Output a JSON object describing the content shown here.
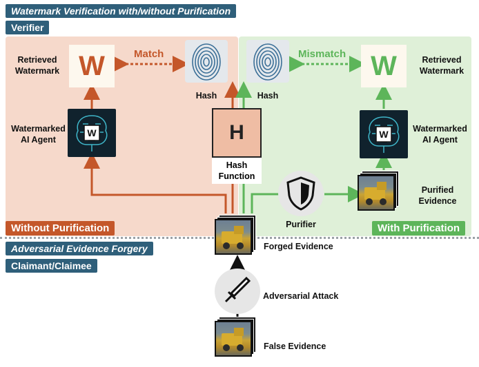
{
  "title_tag": "Watermark Verification with/without Purification",
  "verifier_tag": "Verifier",
  "without_tag": "Without Purification",
  "with_tag": "With Purification",
  "forgery_tag": "Adversarial Evidence Forgery",
  "claimant_tag": "Claimant/Claimee",
  "left": {
    "retrieved_watermark": "Retrieved\nWatermark",
    "w_letter": "W",
    "match": "Match",
    "hash": "Hash",
    "agent_label": "Watermarked\nAI Agent",
    "agent_w": "W"
  },
  "right": {
    "retrieved_watermark": "Retrieved\nWatermark",
    "w_letter": "W",
    "mismatch": "Mismatch",
    "hash": "Hash",
    "agent_label": "Watermarked\nAI Agent",
    "agent_w": "W",
    "purified_evidence": "Purified\nEvidence"
  },
  "hash_box": "H",
  "hash_function": "Hash\nFunction",
  "purifier": "Purifier",
  "forged_evidence": "Forged Evidence",
  "adversarial_attack": "Adversarial Attack",
  "false_evidence": "False Evidence",
  "colors": {
    "orange": "#c4572a",
    "green": "#5db55a",
    "tag_blue": "#2f5f7a"
  }
}
